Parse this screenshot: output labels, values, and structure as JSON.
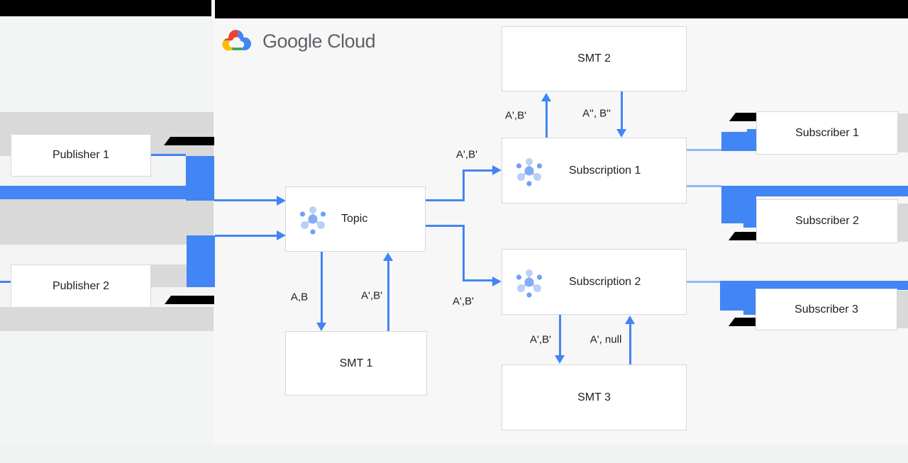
{
  "logo": {
    "text": "Google Cloud"
  },
  "nodes": {
    "publisher1": {
      "label": "Publisher 1"
    },
    "publisher2": {
      "label": "Publisher 2"
    },
    "topic": {
      "label": "Topic"
    },
    "smt1": {
      "label": "SMT 1"
    },
    "smt2": {
      "label": "SMT 2"
    },
    "smt3": {
      "label": "SMT 3"
    },
    "subscription1": {
      "label": "Subscription 1"
    },
    "subscription2": {
      "label": "Subscription 2"
    },
    "subscriber1": {
      "label": "Subscriber 1"
    },
    "subscriber2": {
      "label": "Subscriber 2"
    },
    "subscriber3": {
      "label": "Subscriber 3"
    }
  },
  "edge_labels": {
    "topic_to_smt1": "A,B",
    "smt1_to_topic": "A',B'",
    "topic_to_sub1": "A',B'",
    "topic_to_sub2": "A',B'",
    "sub1_to_smt2": "A',B'",
    "smt2_to_sub1": "A'', B''",
    "sub2_to_smt3": "A',B'",
    "smt3_to_sub2": "A', null"
  },
  "colors": {
    "arrow_blue": "#4285f4",
    "light_blue_line": "#93b6f4",
    "band_gray": "#d9d9d9",
    "mark_black": "#000000",
    "logo_gray": "#5f6368",
    "left_panel_bg": "#f3f4f4",
    "right_panel_bg": "#f7f7f7"
  }
}
